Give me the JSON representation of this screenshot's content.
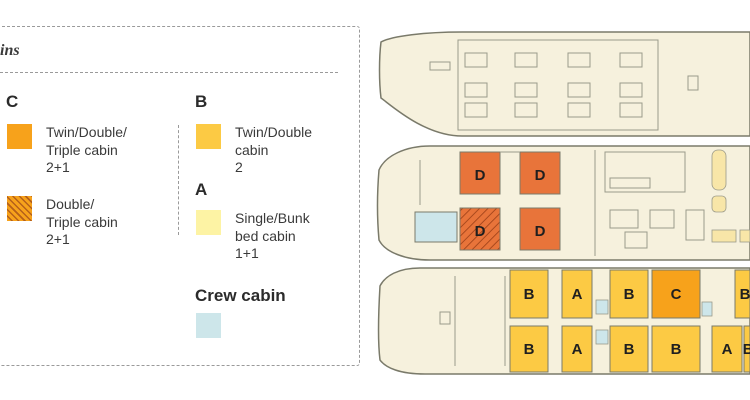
{
  "legend": {
    "title": "ins",
    "groups": [
      {
        "letter": "C",
        "items": [
          {
            "line1": "Twin/Double/",
            "line2": "Triple cabin",
            "line3": "2+1",
            "color": "#f7a21b",
            "hatched": false
          },
          {
            "line1": "Double/",
            "line2": "Triple cabin",
            "line3": "2+1",
            "color": "#f7a21b",
            "hatched": true
          }
        ]
      },
      {
        "letter": "B",
        "items": [
          {
            "line1": "Twin/Double",
            "line2": "cabin",
            "line3": "2",
            "color": "#fcca44",
            "hatched": false
          }
        ]
      },
      {
        "letter": "A",
        "items": [
          {
            "line1": "Single/Bunk",
            "line2": "bed cabin",
            "line3": "1+1",
            "color": "#fdf3a4",
            "hatched": false
          }
        ]
      }
    ],
    "crew": {
      "title": "Crew cabin",
      "color": "#cde6ea"
    }
  },
  "deck_labels": {
    "middle": [
      "D",
      "D",
      "D",
      "D"
    ],
    "lower_top": [
      "B",
      "A",
      "B",
      "C",
      "B"
    ],
    "lower_bottom": [
      "B",
      "A",
      "B",
      "B",
      "A",
      "B"
    ]
  },
  "colors": {
    "hull": "#f6f1dd",
    "hull_outline": "#7a7a6a",
    "cabin_d": "#e8743a",
    "cabin_c": "#f7a21b",
    "cabin_b": "#fcca44",
    "cabin_a": "#fdf3a4",
    "crew": "#cde6ea",
    "cabin_text": "#1f1f1f"
  }
}
